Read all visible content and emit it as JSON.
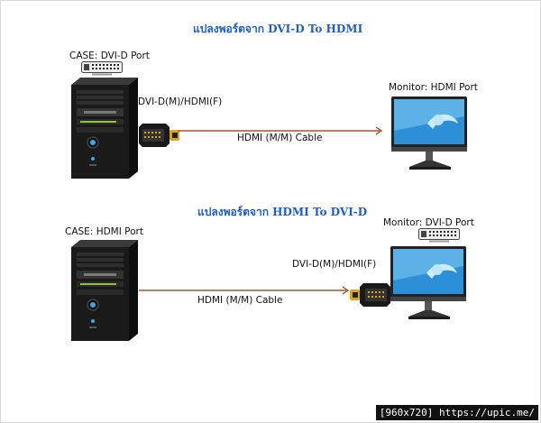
{
  "colors": {
    "title": "#1f5fc4",
    "arrow": "#a5552a",
    "tower": "#1a1a1a",
    "monitor_frame": "#222222",
    "screen_blue": "#2d8fd6",
    "adapter_gold": "#d9a520"
  },
  "section1": {
    "title": "แปลงพอร์ตจาก DVI-D To HDMI",
    "case_label": "CASE: DVI-D Port",
    "adapter_label": "DVI-D(M)/HDMI(F)",
    "cable_label": "HDMI (M/M) Cable",
    "monitor_label": "Monitor: HDMI Port"
  },
  "section2": {
    "title": "แปลงพอร์ตจาก HDMI To DVI-D",
    "case_label": "CASE: HDMI Port",
    "adapter_label": "DVI-D(M)/HDMI(F)",
    "cable_label": "HDMI (M/M) Cable",
    "monitor_label": "Monitor: DVI-D Port"
  },
  "watermark": "[960x720] https://upic.me/"
}
